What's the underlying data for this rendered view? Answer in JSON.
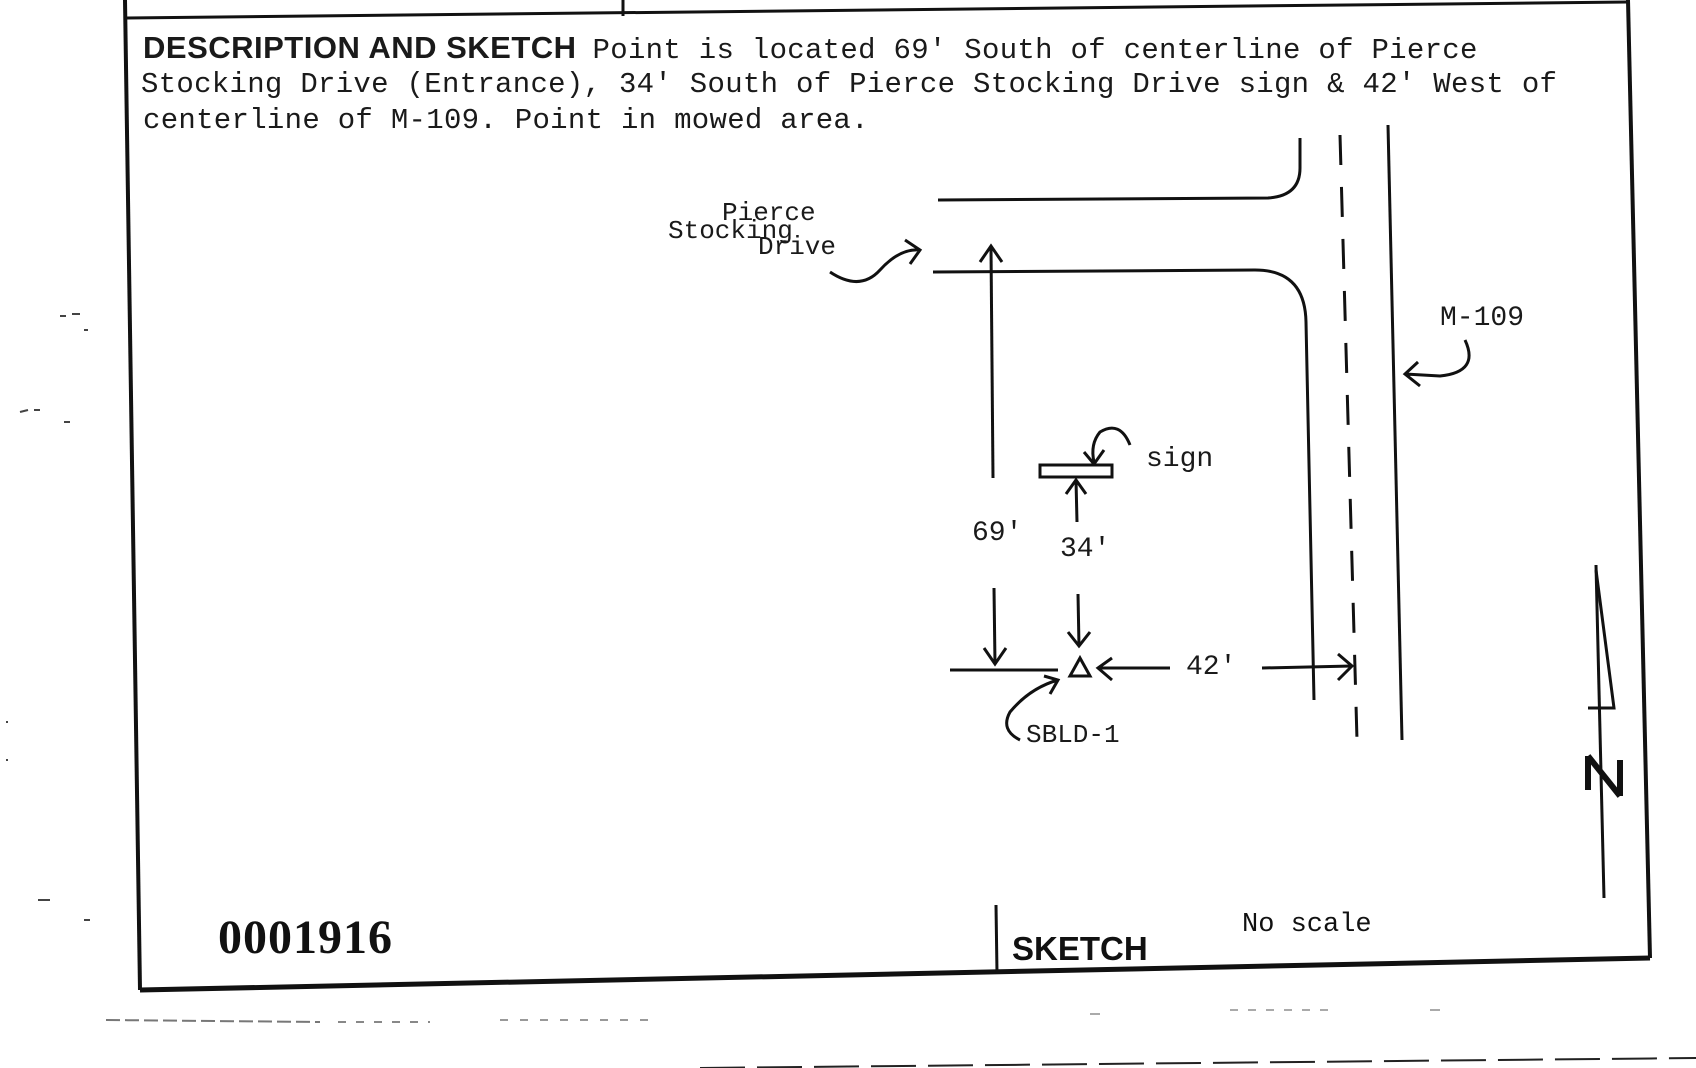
{
  "description": {
    "heading": "DESCRIPTION AND SKETCH",
    "line1": "Point is located 69' South of centerline of Pierce",
    "line2": "Stocking Drive (Entrance), 34' South of Pierce Stocking Drive sign & 42' West of",
    "line3": "centerline of M-109. Point in mowed area."
  },
  "sketch": {
    "road_label_1": "Pierce",
    "road_label_2": "Stocking",
    "road_label_3": "Drive",
    "highway_label": "M-109",
    "sign_label": "sign",
    "dist_69": "69'",
    "dist_34": "34'",
    "dist_42": "42'",
    "station_label": "SBLD-1"
  },
  "footer": {
    "form_id": "0001916",
    "sketch_label": "SKETCH",
    "scale_note": "No scale"
  }
}
